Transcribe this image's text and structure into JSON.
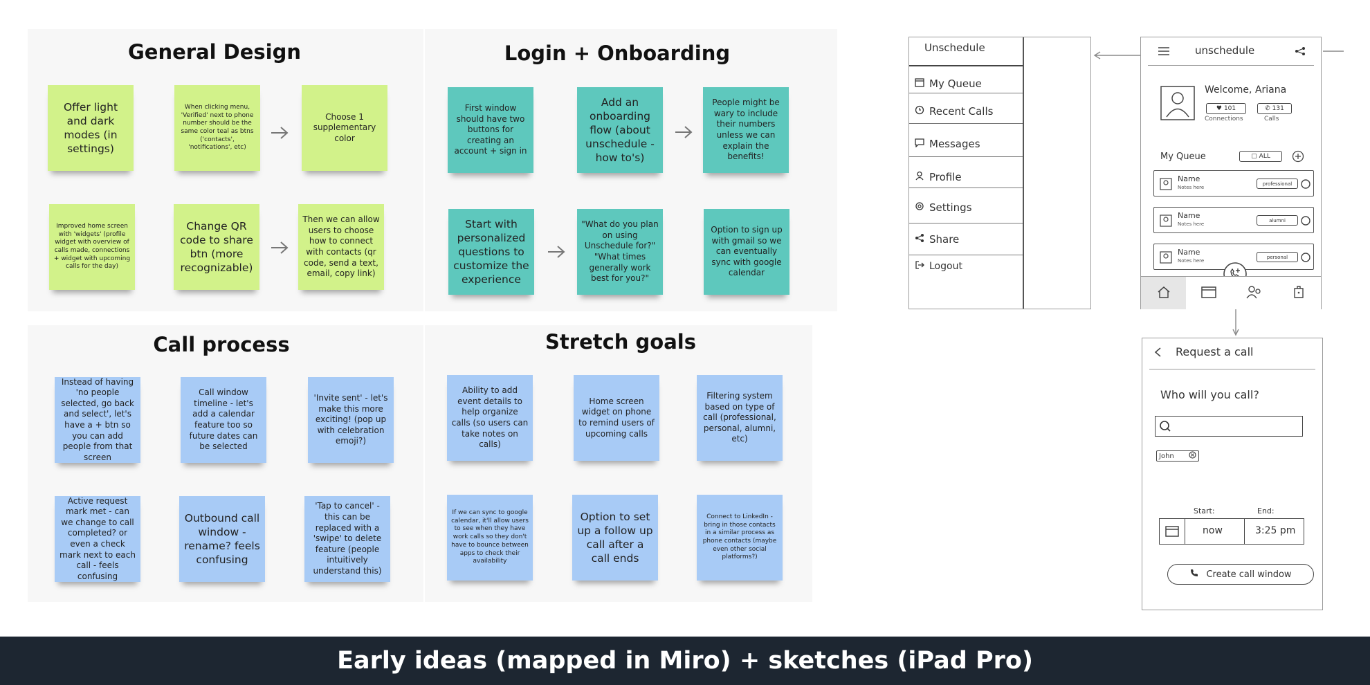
{
  "sections": {
    "general_design": {
      "title": "General Design",
      "notes": [
        "Offer light and dark modes (in settings)",
        "When clicking menu, 'Verified' next to phone number should be the same color teal as btns ('contacts', 'notifications', etc)",
        "Choose 1 supplementary color",
        "Improved home screen with 'widgets' (profile widget with overview of calls made, connections + widget with upcoming calls for the day)",
        "Change QR code to share btn (more recognizable)",
        "Then we can allow users to choose how to connect with contacts (qr code, send a text, email, copy link)"
      ]
    },
    "login_onboarding": {
      "title": "Login + Onboarding",
      "notes": [
        "First window should have two buttons for creating an account + sign in",
        "Add an onboarding flow (about unschedule - how to's)",
        "People might be wary to include their numbers unless we can explain the benefits!",
        "Start with personalized questions to customize the experience",
        "\"What do you plan on using Unschedule for?\" \"What times generally work best for you?\"",
        "Option to sign up with gmail so we can eventually sync with google calendar"
      ]
    },
    "call_process": {
      "title": "Call process",
      "notes": [
        "Instead of having 'no people selected, go back and select', let's have a + btn so you can add people from that screen",
        "Call window timeline - let's add a calendar feature too so future dates can be selected",
        "'Invite sent' - let's make this more exciting! (pop up with celebration emoji?)",
        "Active request mark met - can we change to call completed? or even a check mark next to each call - feels confusing",
        "Outbound call window - rename? feels confusing",
        "'Tap to cancel' - this can be replaced with a 'swipe' to delete feature (people intuitively understand this)"
      ]
    },
    "stretch_goals": {
      "title": "Stretch goals",
      "notes": [
        "Ability to add event details to help organize calls (so users can take notes on calls)",
        "Home screen widget on phone to remind users of upcoming calls",
        "Filtering system based on type of call (professional, personal, alumni, etc)",
        "If we can sync to google calendar, it'll allow users to see when they have work calls so they don't have to bounce between apps to check their availability",
        "Option to set up a follow up call after a call ends",
        "Connect to LinkedIn - bring in those contacts in a similar process as phone contacts (maybe even other social platforms?)"
      ]
    }
  },
  "sketch_menu": {
    "app_name": "Unschedule",
    "items": [
      "My Queue",
      "Recent Calls",
      "Messages",
      "Profile",
      "Settings",
      "Share",
      "Logout"
    ]
  },
  "sketch_home": {
    "app_name": "unschedule",
    "welcome": "Welcome, Ariana",
    "connections_count": "101",
    "connections_label": "Connections",
    "calls_count": "131",
    "calls_label": "Calls",
    "queue_title": "My Queue",
    "filter_label": "ALL",
    "queue_items": [
      {
        "name": "Name",
        "note": "Notes here",
        "tag": "professional"
      },
      {
        "name": "Name",
        "note": "Notes here",
        "tag": "alumni"
      },
      {
        "name": "Name",
        "note": "Notes here",
        "tag": "personal"
      }
    ]
  },
  "sketch_request": {
    "title": "Request a call",
    "question": "Who will you call?",
    "chip": "John",
    "start_label": "Start:",
    "end_label": "End:",
    "start_value": "now",
    "end_value": "3:25 pm",
    "create_button": "Create call window"
  },
  "caption": "Early ideas (mapped in Miro) + sketches (iPad Pro)",
  "colors": {
    "green_note": "#d2f28a",
    "teal_note": "#5ec8bd",
    "blue_note": "#a8cbf6",
    "caption_bg": "#1d2631"
  }
}
